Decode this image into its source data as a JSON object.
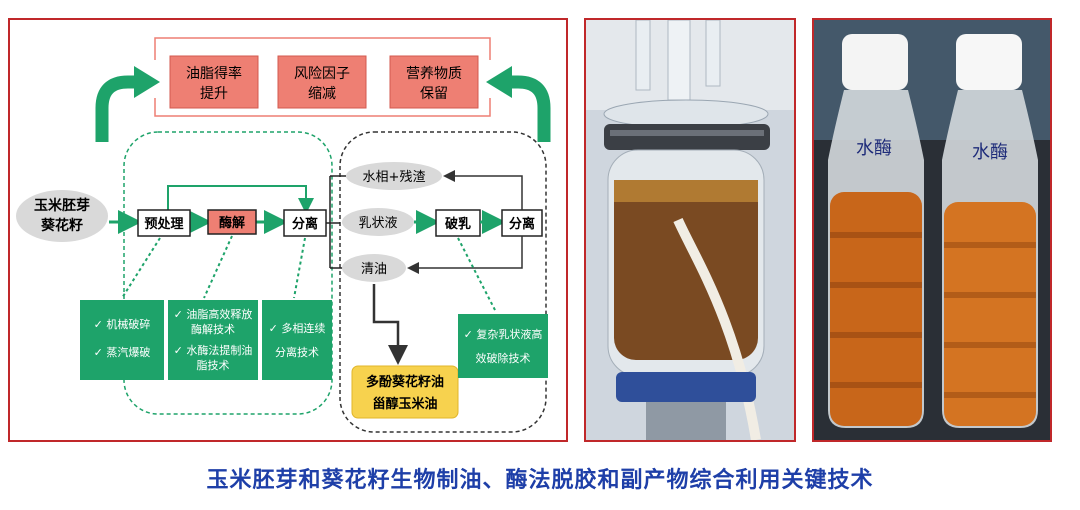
{
  "results": {
    "yield_line1": "油脂得率",
    "yield_line2": "提升",
    "risk_line1": "风险因子",
    "risk_line2": "缩减",
    "nutrient_line1": "营养物质",
    "nutrient_line2": "保留"
  },
  "inputs": {
    "line1": "玉米胚芽",
    "line2": "葵花籽"
  },
  "steps": {
    "pretreat": "预处理",
    "enzyme": "酶解",
    "separate1": "分离",
    "aqueous": "水相+残渣",
    "emulsion": "乳状液",
    "demulsify": "破乳",
    "separate2": "分离",
    "clear_oil": "清油"
  },
  "tech": {
    "box1_line1": "✓ 机械破碎",
    "box1_line2": "✓ 蒸汽爆破",
    "box2_line1": "✓ 油脂高效释放",
    "box2_line2": "酶解技术",
    "box2_line3": "✓ 水酶法提制油",
    "box2_line4": "脂技术",
    "box3_line1": "✓ 多相连续",
    "box3_line2": "分离技术",
    "box4_line1": "✓ 复杂乳状液高",
    "box4_line2": "效破除技术"
  },
  "products": {
    "line1": "多酚葵花籽油",
    "line2": "甾醇玉米油"
  },
  "bottle_labels": {
    "left": "水酶",
    "right": "水酶"
  },
  "caption": "玉米胚芽和葵花籽生物制油、酶法脱胶和副产物综合利用关键技术",
  "colors": {
    "frame_red": "#c0282a",
    "result_fill": "#ee7f73",
    "green": "#1ea36a",
    "product_yellow": "#f7d24e",
    "caption_blue": "#1e3fa8"
  }
}
